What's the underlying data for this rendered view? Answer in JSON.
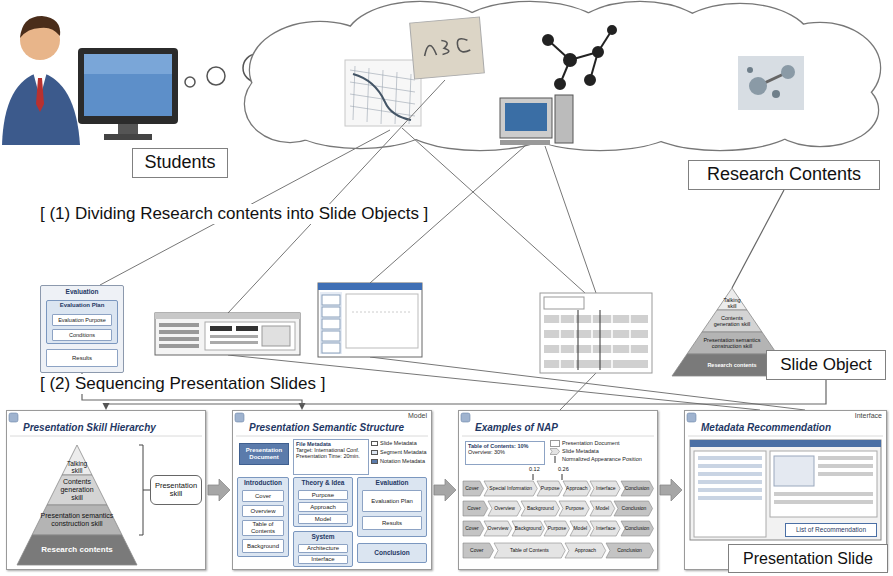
{
  "diagram": {
    "nodes": [
      {
        "text": [
          "Students"
        ]
      },
      {
        "text": [
          "Research Contents"
        ]
      },
      {
        "text": [
          "Evaluation"
        ]
      },
      {
        "text": [
          "Evaluation Plan"
        ],
        "in": 2
      },
      {
        "text": [
          "Evaluation Purpose"
        ],
        "in": 3
      },
      {
        "text": [
          "Conditions"
        ],
        "in": 3
      },
      {
        "text": [
          "Results"
        ],
        "in": 2
      },
      {
        "text": [
          "Talking skill"
        ]
      },
      {
        "text": [
          "Contents generation skill"
        ]
      },
      {
        "text": [
          "Presentation semantics construction skill"
        ]
      },
      {
        "text": [
          "Research contents"
        ]
      },
      {
        "text": [
          "Slide Object"
        ]
      },
      {
        "text": [
          "Presentation Skill Hierarchy"
        ]
      },
      {
        "text": [
          "Talking skill"
        ],
        "in": 12
      },
      {
        "text": [
          "Contents generation skill"
        ],
        "in": 12
      },
      {
        "text": [
          "Presentation semantics construction skill"
        ],
        "in": 12
      },
      {
        "text": [
          "Research contents"
        ],
        "in": 12
      },
      {
        "text": [
          "Presentation skill"
        ],
        "in": 12
      },
      {
        "text": [
          "Presentation Semantic Structure",
          "Model"
        ]
      },
      {
        "text": [
          "Presentation Document"
        ],
        "in": 18
      },
      {
        "text": [
          "File Metadata",
          "Target: International Conf.",
          "Presentation Time: 20min."
        ],
        "in": 18
      },
      {
        "text": [
          "Introduction"
        ],
        "in": 18
      },
      {
        "text": [
          "Cover"
        ],
        "in": 21
      },
      {
        "text": [
          "Overview"
        ],
        "in": 21
      },
      {
        "text": [
          "Table of Contents"
        ],
        "in": 21
      },
      {
        "text": [
          "Background"
        ],
        "in": 21
      },
      {
        "text": [
          "Theory & Idea"
        ],
        "in": 18
      },
      {
        "text": [
          "Purpose"
        ],
        "in": 26
      },
      {
        "text": [
          "Approach"
        ],
        "in": 26
      },
      {
        "text": [
          "Model"
        ],
        "in": 26
      },
      {
        "text": [
          "System"
        ],
        "in": 18
      },
      {
        "text": [
          "Architecture"
        ],
        "in": 30
      },
      {
        "text": [
          "Interface"
        ],
        "in": 30
      },
      {
        "text": [
          "Evaluation"
        ],
        "in": 18
      },
      {
        "text": [
          "Evaluation Plan"
        ],
        "in": 33
      },
      {
        "text": [
          "Results"
        ],
        "in": 33
      },
      {
        "text": [
          "Conclusion"
        ],
        "in": 18
      },
      {
        "text": [
          "Examples of NAP"
        ]
      },
      {
        "text": [
          "Table of Contents: 10%",
          "Overview: 30%"
        ],
        "in": 37
      },
      {
        "text": [
          "Cover"
        ],
        "in": 37
      },
      {
        "text": [
          "Special Information"
        ],
        "in": 37
      },
      {
        "text": [
          "Purpose"
        ],
        "in": 37
      },
      {
        "text": [
          "Approach"
        ],
        "in": 37
      },
      {
        "text": [
          "Interface"
        ],
        "in": 37
      },
      {
        "text": [
          "Conclusion"
        ],
        "in": 37
      },
      {
        "text": [
          "Cover"
        ],
        "in": 37
      },
      {
        "text": [
          "Overview"
        ],
        "in": 37
      },
      {
        "text": [
          "Background"
        ],
        "in": 37
      },
      {
        "text": [
          "Purpose"
        ],
        "in": 37
      },
      {
        "text": [
          "Model"
        ],
        "in": 37
      },
      {
        "text": [
          "Conclusion"
        ],
        "in": 37
      },
      {
        "text": [
          "Cover"
        ],
        "in": 37
      },
      {
        "text": [
          "Overview"
        ],
        "in": 37
      },
      {
        "text": [
          "Background"
        ],
        "in": 37
      },
      {
        "text": [
          "Purpose"
        ],
        "in": 37
      },
      {
        "text": [
          "Model"
        ],
        "in": 37
      },
      {
        "text": [
          "Interface"
        ],
        "in": 37
      },
      {
        "text": [
          "Conclusion"
        ],
        "in": 37
      },
      {
        "text": [
          "Cover"
        ],
        "in": 37
      },
      {
        "text": [
          "Table of Contents"
        ],
        "in": 37
      },
      {
        "text": [
          "Approach"
        ],
        "in": 37
      },
      {
        "text": [
          "Conclusion"
        ],
        "in": 37
      },
      {
        "text": [
          "Metadata Recommendation",
          "Interface"
        ]
      },
      {
        "text": [
          "List of Recommendation"
        ],
        "in": 62
      },
      {
        "text": [
          "Presentation Slide"
        ]
      }
    ],
    "edges": [
      {
        "from": 1,
        "to": 7,
        "arrow": "none"
      },
      {
        "from": 2,
        "to": 18,
        "arrow": "to"
      },
      {
        "from": 11,
        "to": 12,
        "arrow": "to"
      },
      {
        "from": 12,
        "to": 18,
        "arrow": "to"
      },
      {
        "from": 18,
        "to": 37,
        "arrow": "to"
      },
      {
        "from": 37,
        "to": 62,
        "arrow": "to"
      }
    ],
    "labels": [
      "[ (1) Dividing Research contents into Slide Objects ]",
      "[ (2) Sequencing Presentation Slides ]",
      "0.12",
      "0.26"
    ],
    "legend": [
      {
        "text": "Slide Metadata",
        "color": "#ffffff"
      },
      {
        "text": "Segment Metadata",
        "color": "#dbe5f1"
      },
      {
        "text": "Notation Metadata",
        "color": "#5b7bab"
      },
      {
        "text": "Presentation Document"
      },
      {
        "text": "Slide Metadata"
      },
      {
        "text": "Normalized Appearance Position"
      }
    ]
  }
}
